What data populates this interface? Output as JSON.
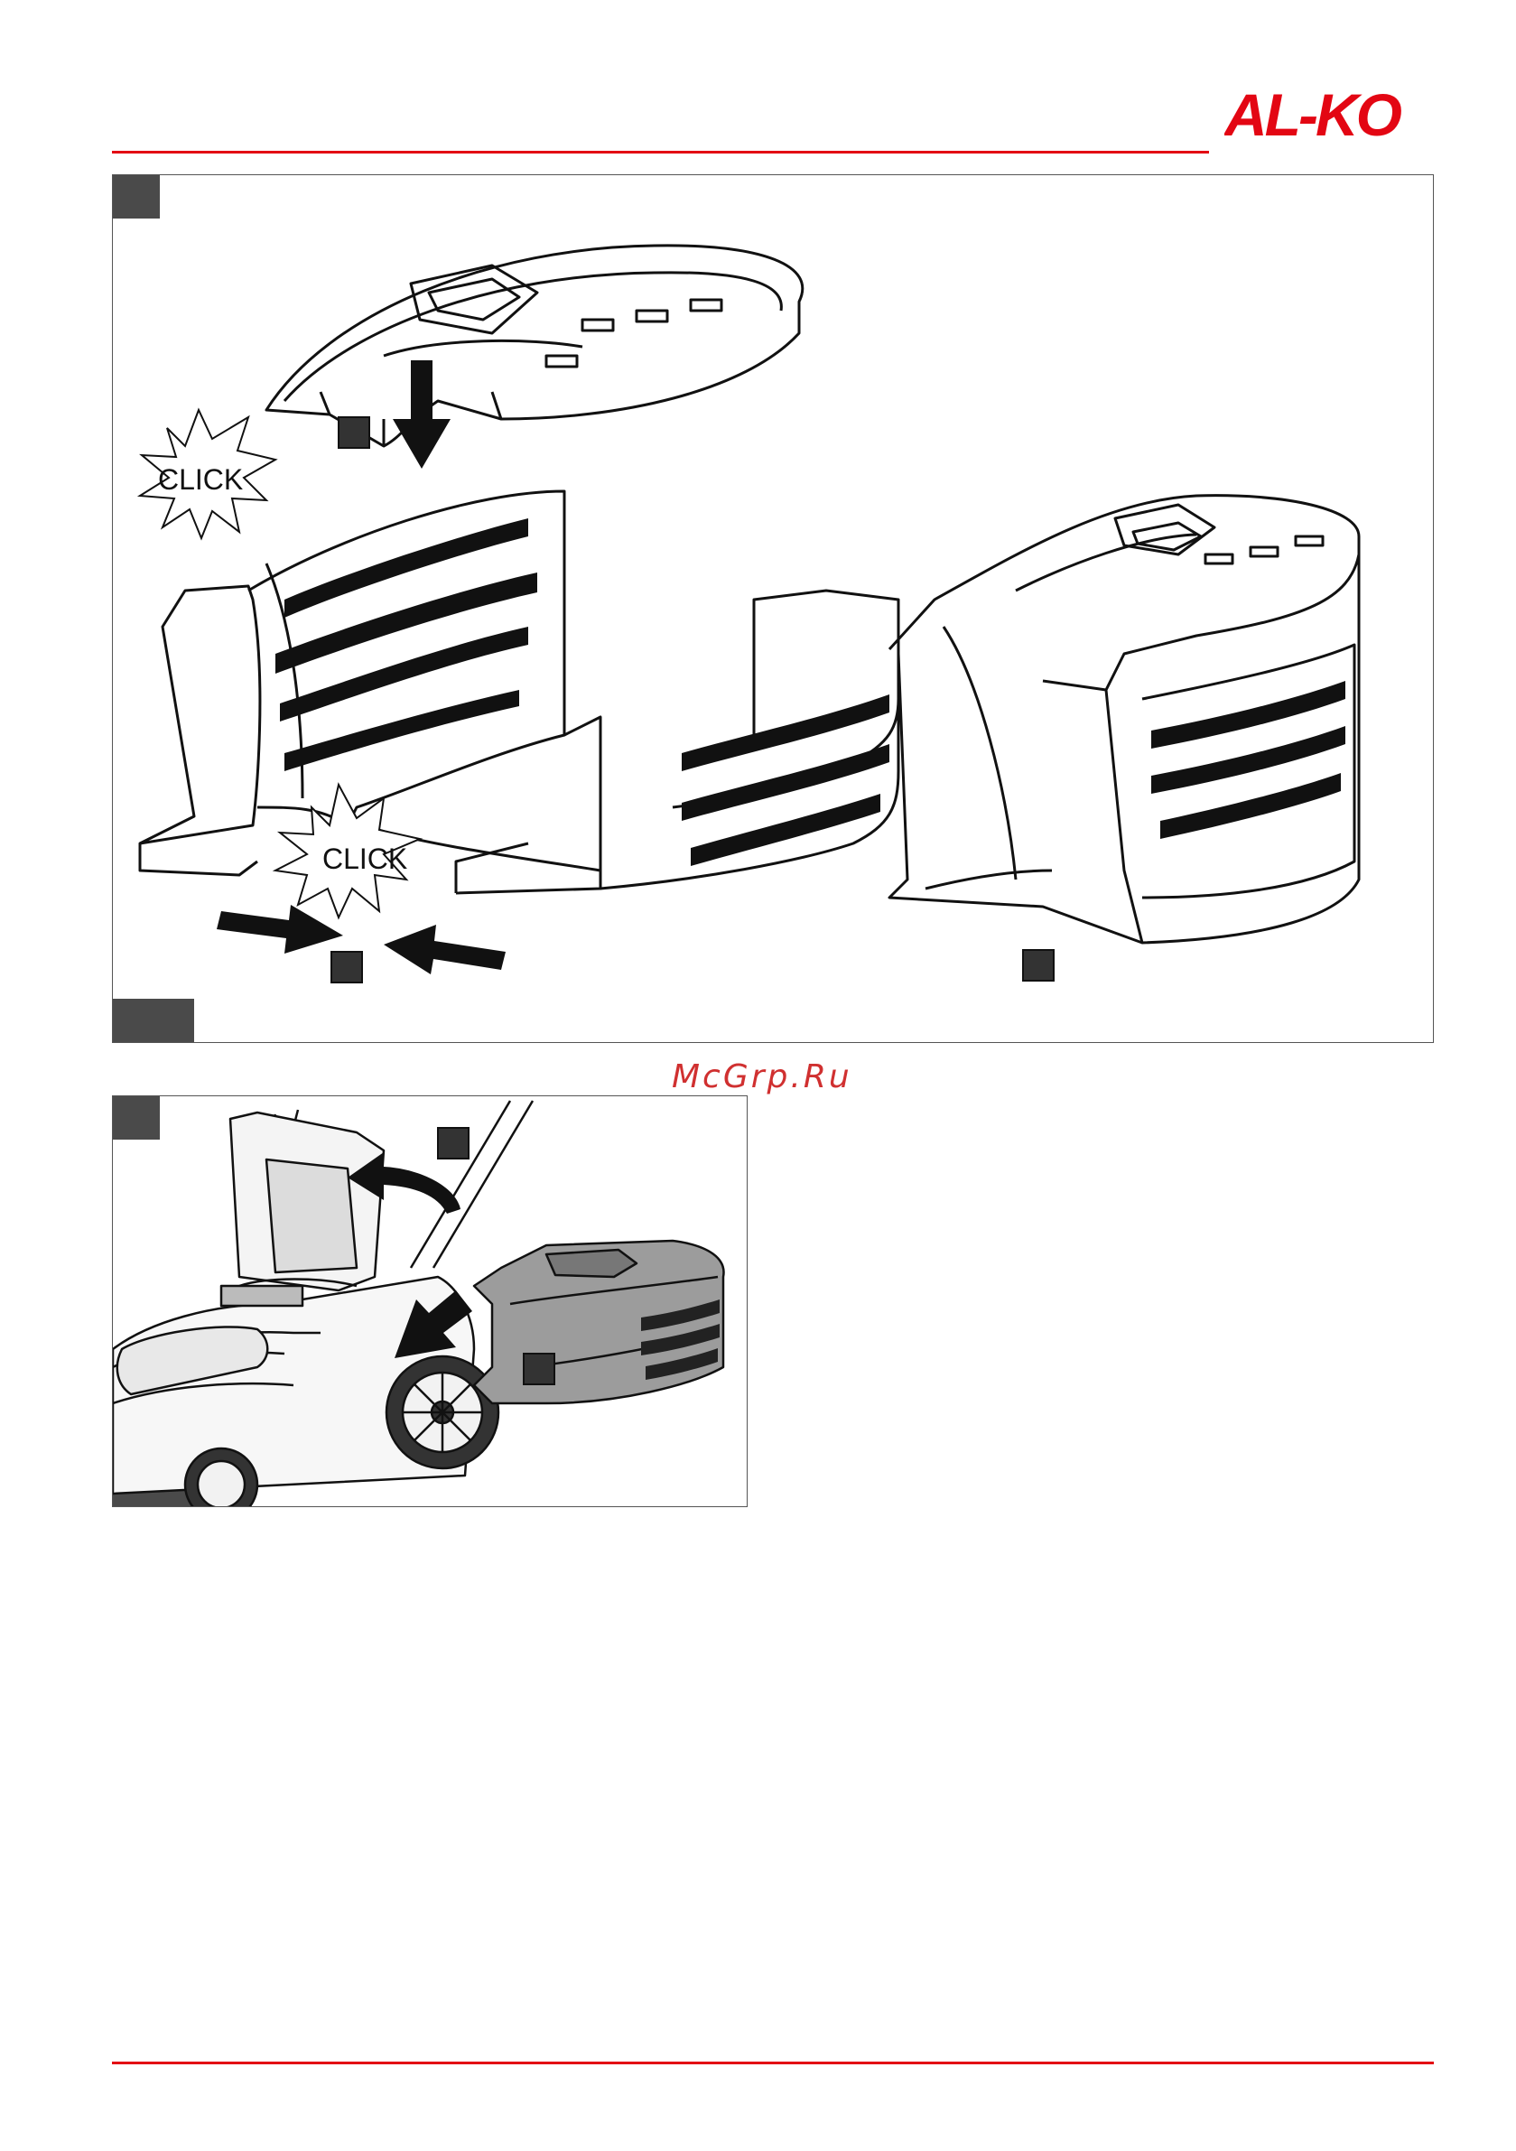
{
  "header": {
    "brand_logo_text": "AL-KO",
    "brand_color": "#e30613"
  },
  "figure_top": {
    "click_label_upper": "CLICK",
    "click_label_lower": "CLICK"
  },
  "watermark": {
    "text": "McGrp.Ru",
    "color": "#d03030"
  },
  "icons": [
    "down-arrow-icon",
    "click-burst-icon",
    "push-arrows-icon",
    "lift-arrow-icon",
    "remove-arrow-icon"
  ]
}
